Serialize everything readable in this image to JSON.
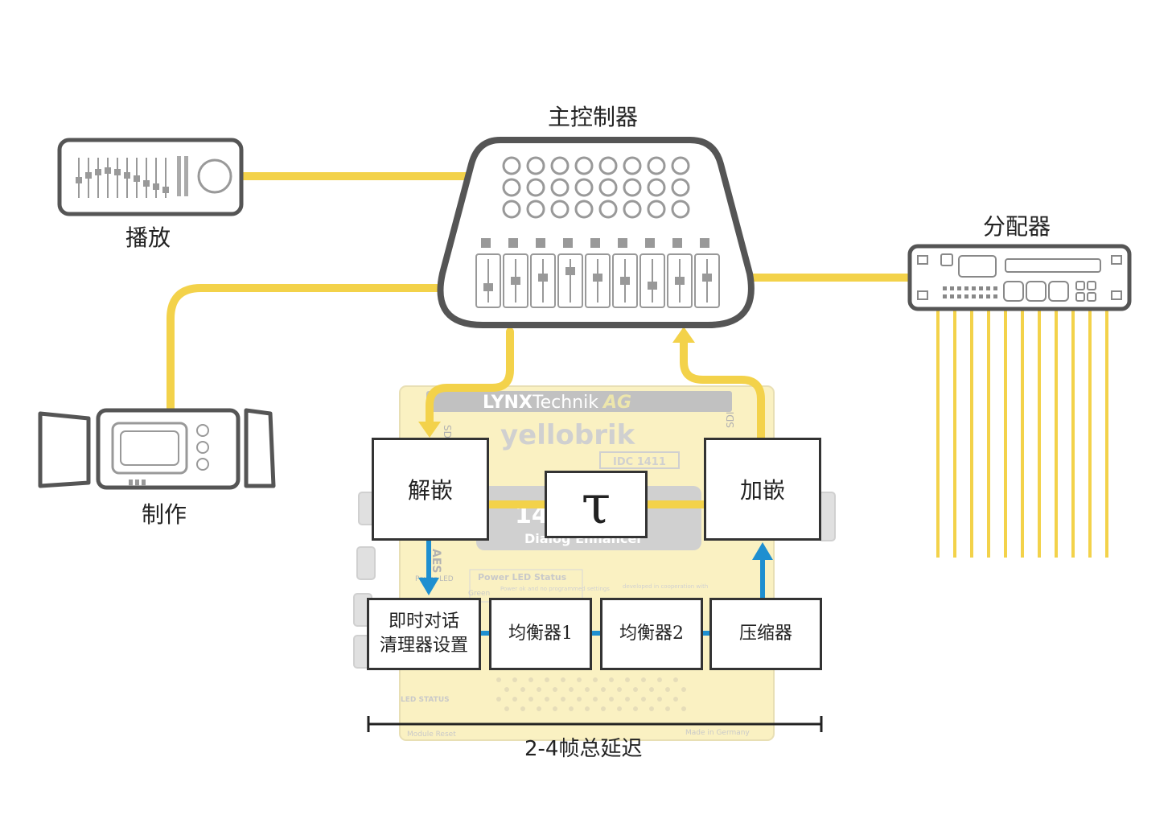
{
  "labels": {
    "master_controller": "主控制器",
    "playout": "播放",
    "production": "制作",
    "distributor": "分配器",
    "delay_total": "2-4帧总延迟"
  },
  "device": {
    "brand_a": "LYNX",
    "brand_b": "Technik",
    "brand_c": "AG",
    "model_name": "yellobrik",
    "model_id": "IDC 1411",
    "sub_a": "1411 SDI",
    "sub_b": "Dialog Enhancer",
    "sdi_left": "SDI",
    "sdi_right": "SDI",
    "aes": "AES",
    "power_led": "Power LED",
    "power_led_status": "Power LED Status",
    "green": "Green",
    "power_ok": "Power ok and no programmed settings",
    "developed": "developed in cooperation with",
    "led_status": "LED STATUS",
    "module_reset": "Module Reset",
    "made_in": "Made in Germany"
  },
  "blocks": {
    "deembed": "解嵌",
    "delay": "τ",
    "embed": "加嵌",
    "dialog_line1": "即时对话",
    "dialog_line2": "清理器设置",
    "eq1": "均衡器1",
    "eq2": "均衡器2",
    "compressor": "压缩器"
  },
  "colors": {
    "signal_line": "#f3d24a",
    "audio_arrow": "#1e8fd0",
    "device_outline": "#4a4a4a",
    "device_body": "#fbf1b8"
  }
}
